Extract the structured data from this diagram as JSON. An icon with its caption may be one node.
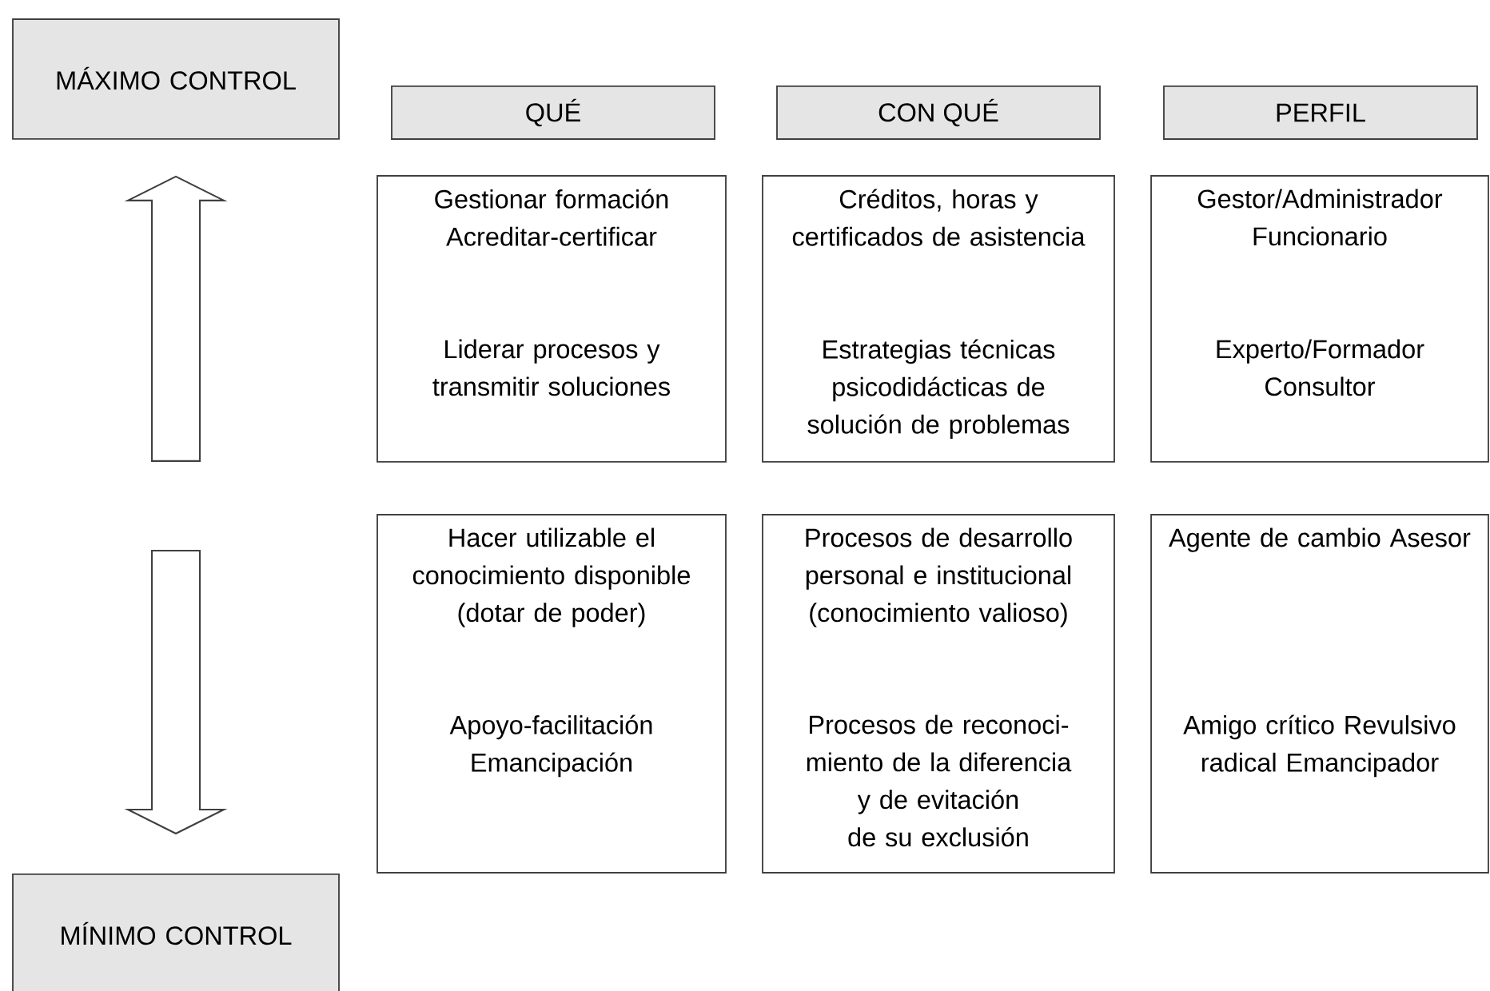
{
  "diagram": {
    "nodes": [
      {
        "text": [
          "MÁXIMO CONTROL"
        ]
      },
      {
        "text": [
          "QUÉ"
        ]
      },
      {
        "text": [
          "CON QUÉ"
        ]
      },
      {
        "text": [
          "PERFIL"
        ]
      },
      {
        "text": [
          "Gestionar formación Acreditar-certificar",
          "Liderar procesos y transmitir soluciones"
        ]
      },
      {
        "text": [
          "Créditos, horas y certificados de asistencia",
          "Estrategias técnicas psicodidácticas de solución de problemas"
        ]
      },
      {
        "text": [
          "Gestor/Administrador Funcionario",
          "Experto/Formador Consultor"
        ]
      },
      {
        "text": [
          "Hacer utilizable el conocimiento disponible (dotar de poder)",
          "Apoyo-facilitación Emancipación"
        ]
      },
      {
        "text": [
          "Procesos de desarrollo personal e institucional (conocimiento valioso)",
          "Procesos de reconoci-miento de la diferencia y de evitación de su exclusión"
        ]
      },
      {
        "text": [
          "Agente de cambio Asesor",
          "Amigo crítico Revulsivo radical Emancipador"
        ]
      },
      {
        "text": [
          "MÍNIMO CONTROL"
        ]
      }
    ],
    "edges": [
      {
        "from": null,
        "to": 0,
        "arrow": "to"
      },
      {
        "from": null,
        "to": 10,
        "arrow": "to"
      }
    ]
  }
}
